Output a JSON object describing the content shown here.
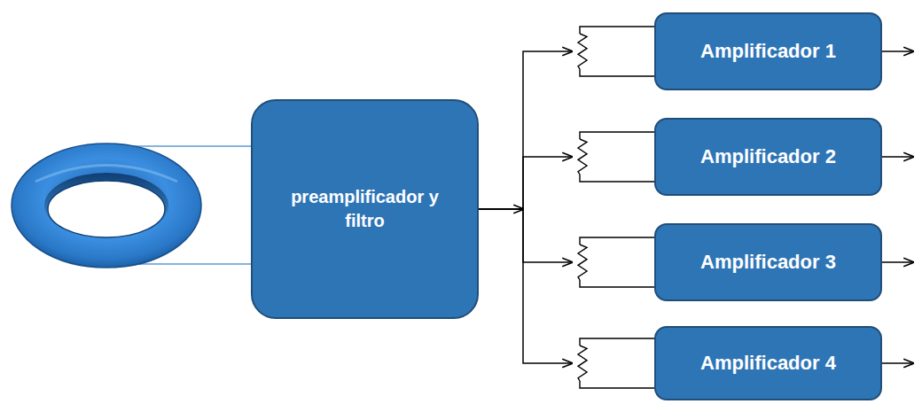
{
  "diagram": {
    "nodes": [
      {
        "text": [
          "preamplificador y filtro"
        ]
      },
      {
        "text": [
          "Amplificador 1"
        ]
      },
      {
        "text": [
          "Amplificador 2"
        ]
      },
      {
        "text": [
          "Amplificador 3"
        ]
      },
      {
        "text": [
          "Amplificador 4"
        ]
      }
    ],
    "edges": [
      {
        "from": 0,
        "to": 1,
        "arrow": "to"
      },
      {
        "from": 0,
        "to": 2,
        "arrow": "to"
      },
      {
        "from": 0,
        "to": 3,
        "arrow": "to"
      },
      {
        "from": 0,
        "to": 4,
        "arrow": "to"
      }
    ]
  }
}
